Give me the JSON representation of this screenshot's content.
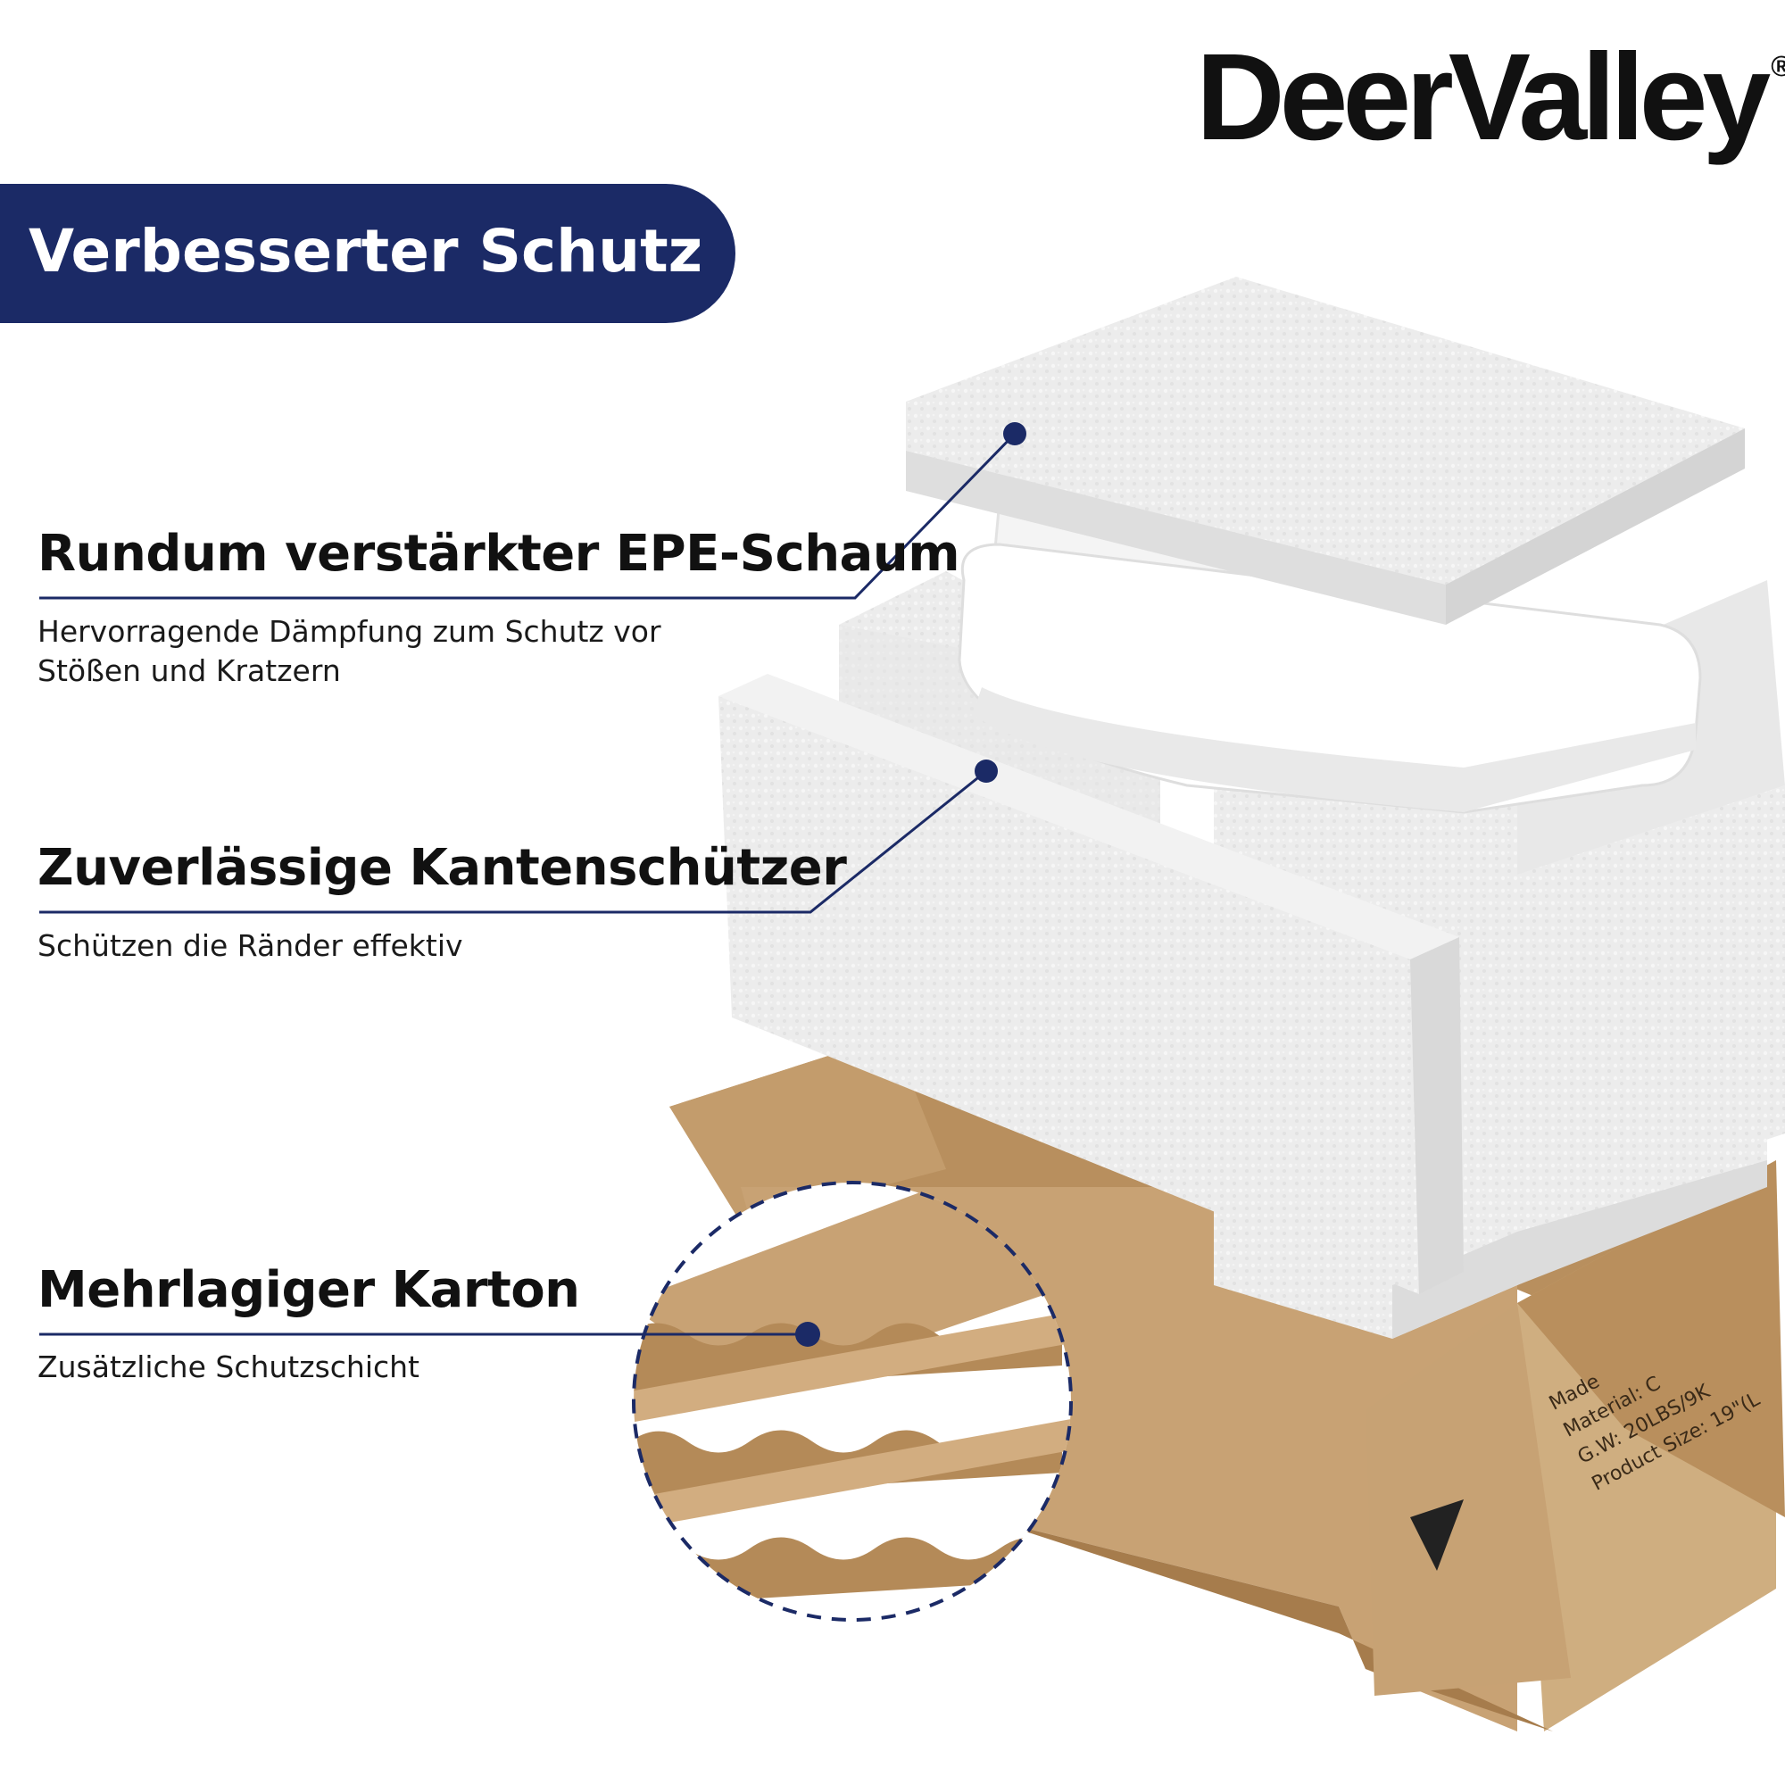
{
  "brand": {
    "name": "DeerValley",
    "mark": "®"
  },
  "banner": {
    "title": "Verbesserter Schutz"
  },
  "features": [
    {
      "title": "Rundum verstärkter EPE-Schaum",
      "lines": [
        "Hervorragende Dämpfung zum Schutz vor",
        "Stößen und Kratzern"
      ]
    },
    {
      "title": "Zuverlässige Kantenschützer",
      "lines": [
        "Schützen die Ränder effektiv"
      ]
    },
    {
      "title": "Mehrlagiger Karton",
      "lines": [
        "Zusätzliche Schutzschicht"
      ]
    }
  ],
  "box_label": {
    "lines": [
      "Made",
      "Material: C",
      "G.W: 20LBS/9K",
      "Product Size: 19\"(L"
    ]
  },
  "colors": {
    "navy": "#1b2a66",
    "foam": "#ededed",
    "cardboard": "#c9a577",
    "text": "#111111"
  }
}
